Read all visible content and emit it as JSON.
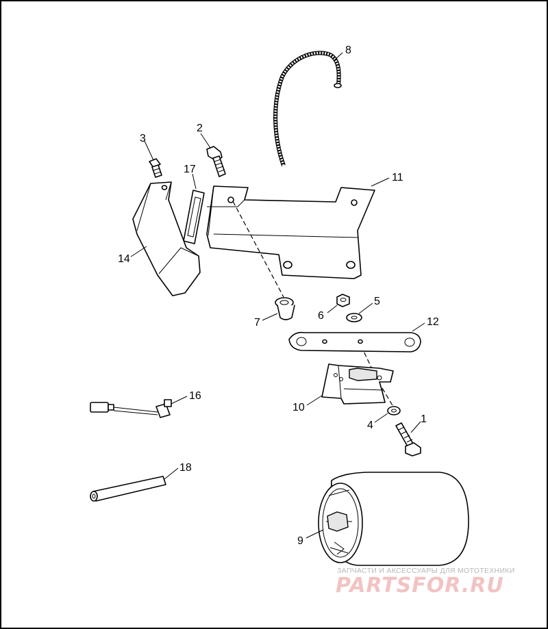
{
  "diagram": {
    "callouts": {
      "p1": "1",
      "p2": "2",
      "p3": "3",
      "p4": "4",
      "p5": "5",
      "p6": "6",
      "p7": "7",
      "p8": "8",
      "p9": "9",
      "p10": "10",
      "p11": "11",
      "p12": "12",
      "p14": "14",
      "p16": "16",
      "p17": "17",
      "p18": "18"
    }
  },
  "watermark": {
    "tagline": "ЗАПЧАСТИ И АКСЕССУАРЫ ДЛЯ МОТОТЕХНИКИ",
    "logo": "PARTSFOR.RU"
  },
  "colors": {
    "line": "#000000",
    "background": "#ffffff",
    "watermark_tagline": "#b7b7b7",
    "watermark_logo": "#f2c3c3"
  }
}
